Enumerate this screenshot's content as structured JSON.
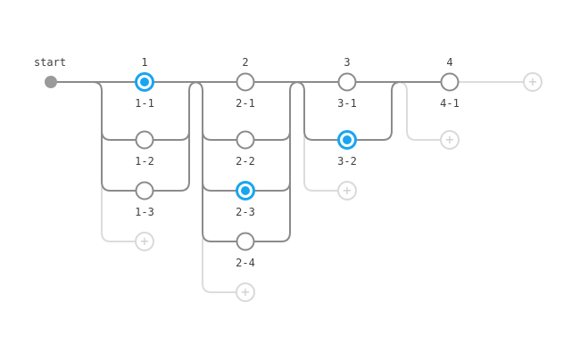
{
  "colors": {
    "accent_blue": "#18a5f0",
    "line_gray": "#8b8b8b",
    "faded_gray": "#dcdcdc",
    "text_gray": "#3f3f3f"
  },
  "icons": {
    "plus": "+"
  },
  "start": {
    "label": "start"
  },
  "groups": [
    {
      "label": "1",
      "steps": [
        {
          "label": "1-1",
          "selected": true
        },
        {
          "label": "1-2",
          "selected": false
        },
        {
          "label": "1-3",
          "selected": false
        }
      ],
      "has_add_button": true
    },
    {
      "label": "2",
      "steps": [
        {
          "label": "2-1",
          "selected": false
        },
        {
          "label": "2-2",
          "selected": false
        },
        {
          "label": "2-3",
          "selected": true
        },
        {
          "label": "2-4",
          "selected": false
        }
      ],
      "has_add_button": true
    },
    {
      "label": "3",
      "steps": [
        {
          "label": "3-1",
          "selected": false
        },
        {
          "label": "3-2",
          "selected": true
        }
      ],
      "has_add_button": true
    },
    {
      "label": "4",
      "steps": [
        {
          "label": "4-1",
          "selected": false
        }
      ],
      "has_add_button": true
    }
  ],
  "end": {
    "has_add_button": true
  }
}
